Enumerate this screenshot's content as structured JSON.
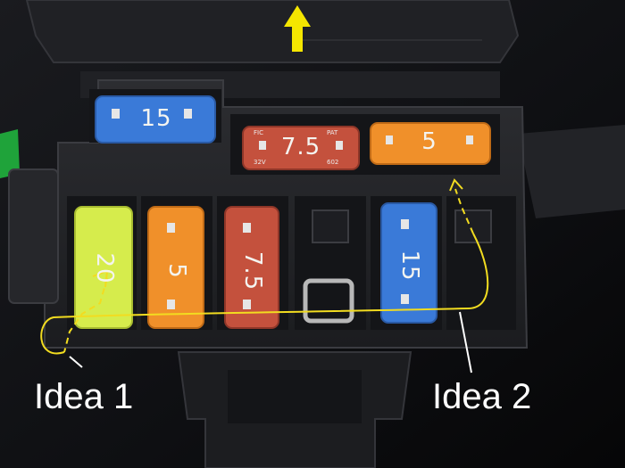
{
  "annotations": {
    "idea1": "Idea 1",
    "idea2": "Idea 2"
  },
  "fuses": {
    "top_blue": "15",
    "top_red": "7.5",
    "top_orange": "5",
    "bottom_yellow": "20",
    "bottom_orange": "5",
    "bottom_red": "7.5",
    "bottom_blue": "15"
  },
  "markings": {
    "pat": "PAT",
    "fic": "FIC",
    "volt": "32V",
    "num": "602"
  },
  "colors": {
    "arrow": "#f5e600",
    "route_line": "#f2dc20",
    "fuse_blue": "#3a7ad8",
    "fuse_red": "#c4513d",
    "fuse_orange": "#f0902a",
    "fuse_yellow": "#d6ec4c"
  }
}
